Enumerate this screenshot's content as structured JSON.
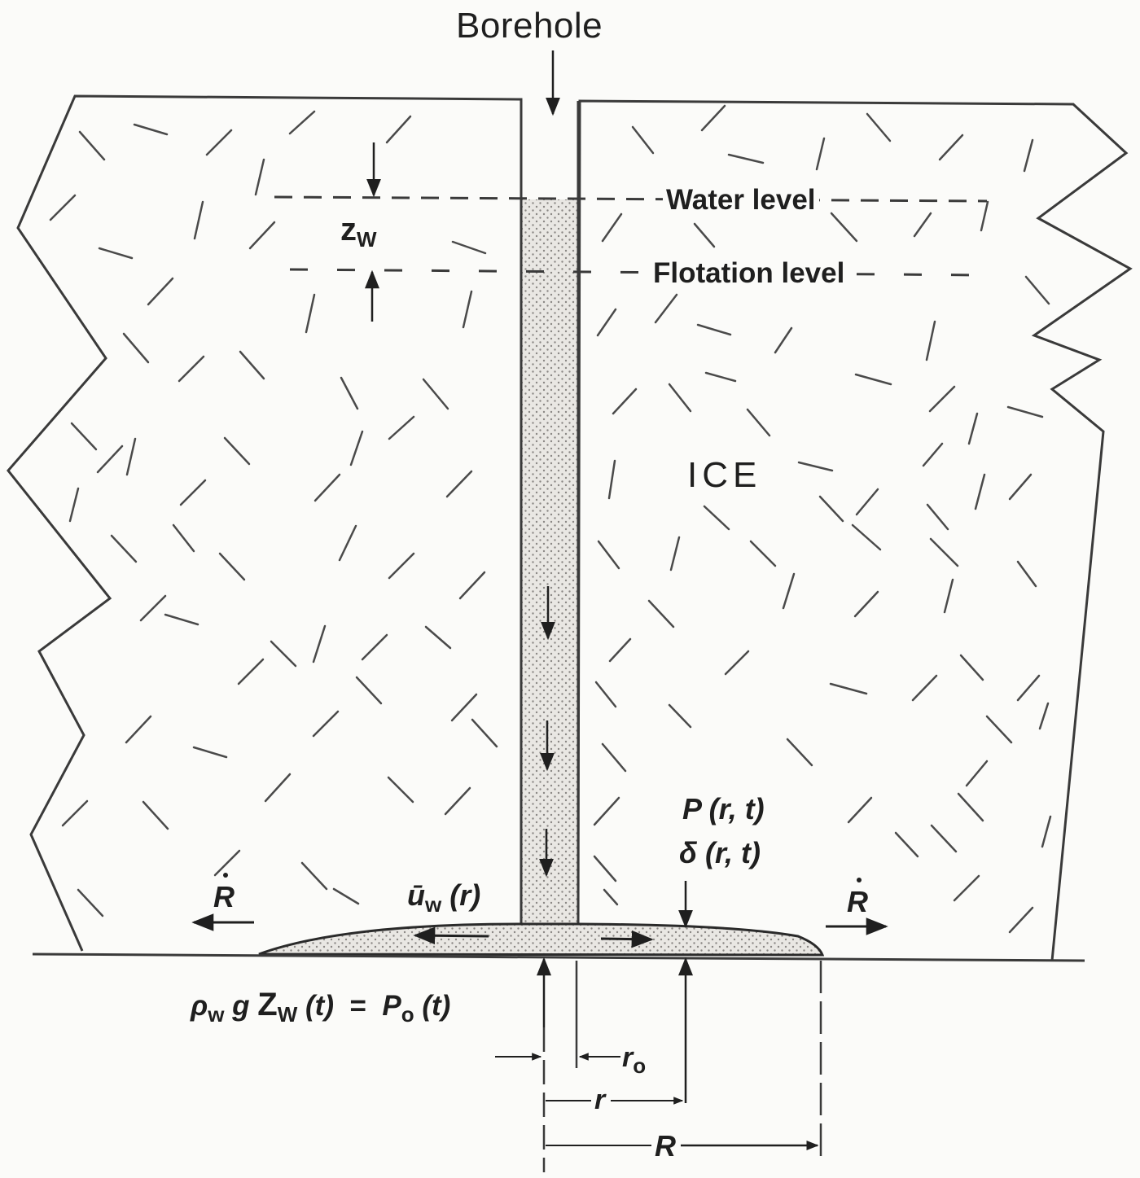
{
  "figure": {
    "title": "Borehole",
    "region_label": "ICE",
    "levels": {
      "water": "Water level",
      "flotation": "Flotation level"
    },
    "symbols": {
      "zw_main": "z",
      "zw_sub": "W",
      "R_dot_left": "R",
      "R_dot_right": "R",
      "u_main": "ū",
      "u_sub": "w",
      "u_arg": "(r)",
      "P_label": "P (r, t)",
      "delta_label": "δ (r, t)",
      "r0_main": "r",
      "r0_sub": "o",
      "r_label": "r",
      "R_label": "R"
    },
    "equation": {
      "rho": "ρ",
      "rho_sub": "w",
      "g": "g",
      "Z": "Z",
      "Z_sub": "W",
      "Z_arg": "(t)",
      "eq": "=",
      "P": "P",
      "P_sub": "o",
      "P_arg": "(t)"
    },
    "colors": {
      "ink": "#1f1f1f",
      "hatch": "#3a3a3a",
      "water_fill": "#e4e2de",
      "water_dots": "#8a8784",
      "background": "#fbfbf9"
    }
  }
}
